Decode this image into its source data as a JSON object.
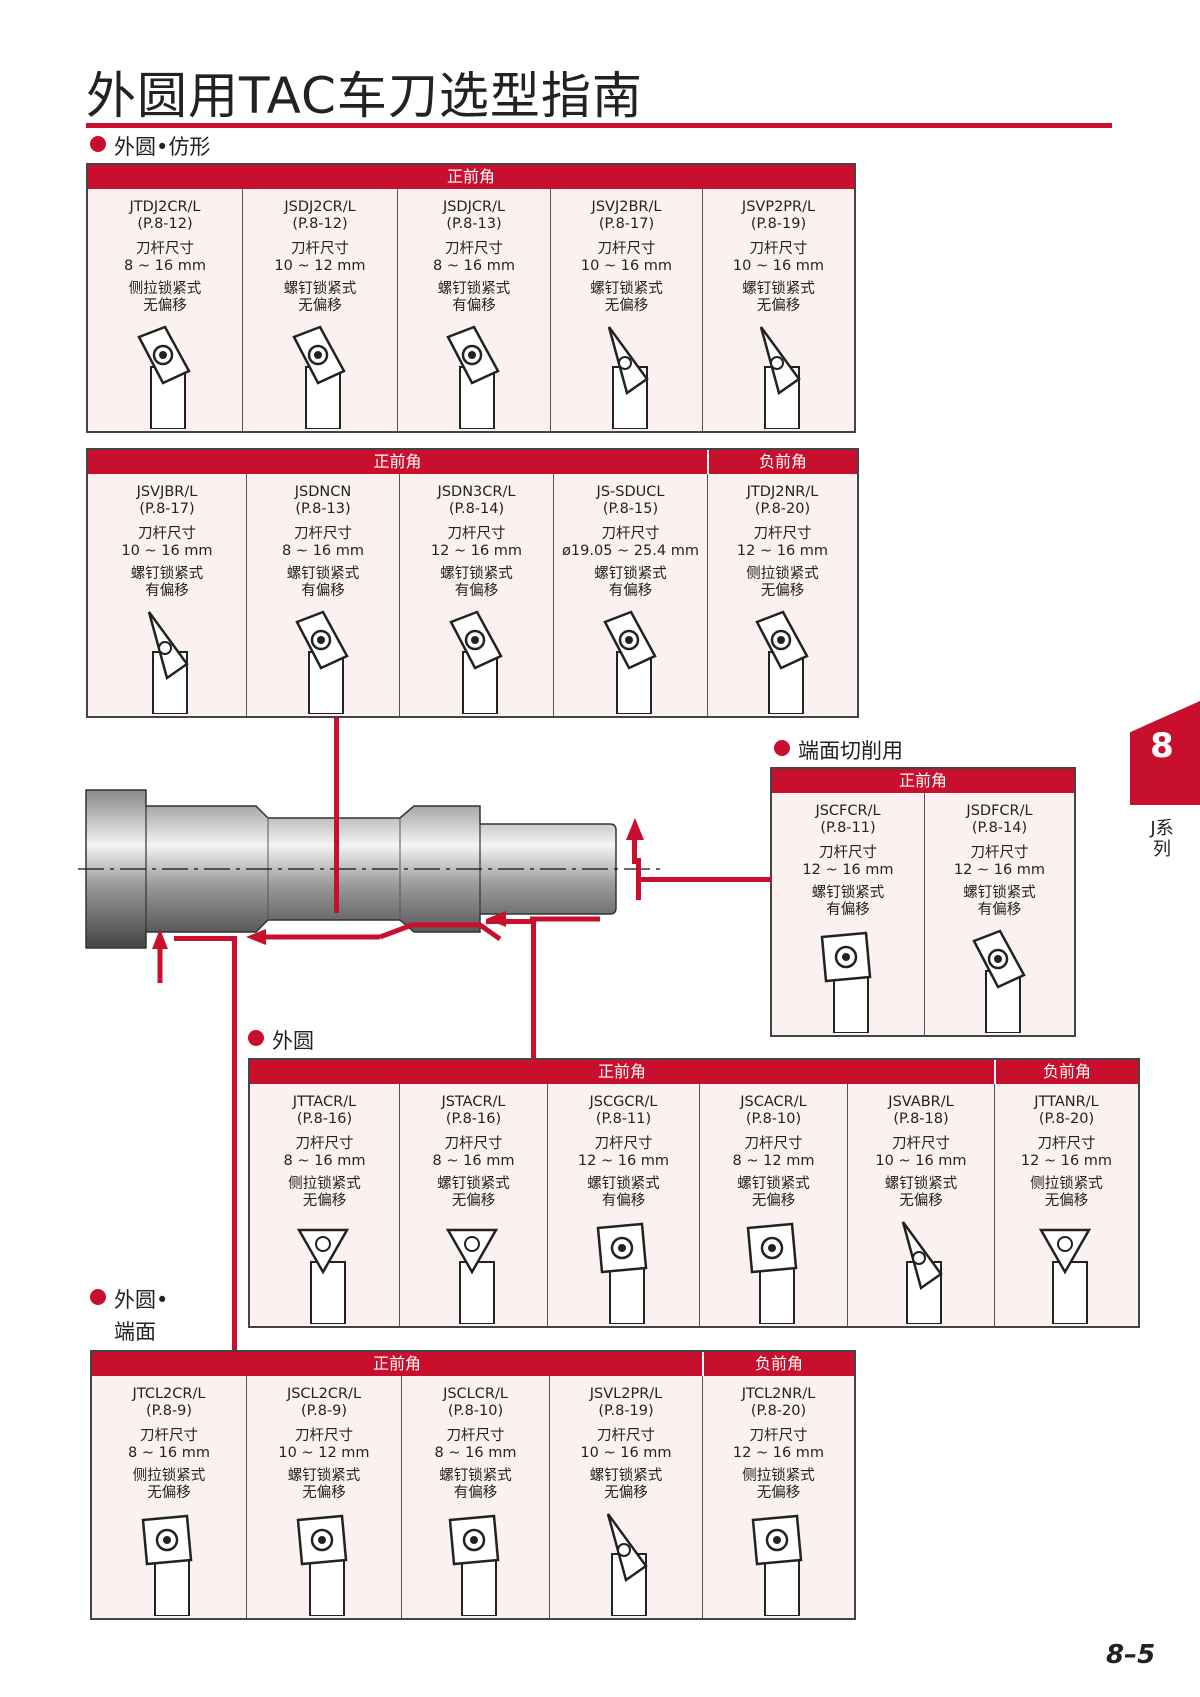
{
  "page_title": "外圆用TAC车刀选型指南",
  "side_tab": {
    "number": "8",
    "series": "J系列"
  },
  "page_number": "8–5",
  "colors": {
    "accent": "#c8102e"
  },
  "sections": {
    "profiling": "外圆•仿形",
    "facing": "端面切削用",
    "external": "外圆",
    "external_facing": "外圆•\n端面"
  },
  "blocks": {
    "b1": {
      "headers": [
        "正前角"
      ],
      "cells": [
        {
          "model": "JTDJ2CR/L",
          "page": "(P.8-12)",
          "shank_label": "刀杆尺寸",
          "shank": "8 ~ 16 mm",
          "clamp": "侧拉锁紧式",
          "offset": "无偏移",
          "icon": "D-insert-icon"
        },
        {
          "model": "JSDJ2CR/L",
          "page": "(P.8-12)",
          "shank_label": "刀杆尺寸",
          "shank": "10 ~ 12 mm",
          "clamp": "螺钉锁紧式",
          "offset": "无偏移",
          "icon": "D-insert-icon"
        },
        {
          "model": "JSDJCR/L",
          "page": "(P.8-13)",
          "shank_label": "刀杆尺寸",
          "shank": "8 ~ 16 mm",
          "clamp": "螺钉锁紧式",
          "offset": "有偏移",
          "icon": "D-insert-icon"
        },
        {
          "model": "JSVJ2BR/L",
          "page": "(P.8-17)",
          "shank_label": "刀杆尺寸",
          "shank": "10 ~ 16 mm",
          "clamp": "螺钉锁紧式",
          "offset": "无偏移",
          "icon": "V-insert-icon"
        },
        {
          "model": "JSVP2PR/L",
          "page": "(P.8-19)",
          "shank_label": "刀杆尺寸",
          "shank": "10 ~ 16 mm",
          "clamp": "螺钉锁紧式",
          "offset": "无偏移",
          "icon": "V-insert-icon"
        }
      ]
    },
    "b2": {
      "headers": [
        "正前角",
        "负前角"
      ],
      "cells": [
        {
          "model": "JSVJBR/L",
          "page": "(P.8-17)",
          "shank_label": "刀杆尺寸",
          "shank": "10 ~ 16 mm",
          "clamp": "螺钉锁紧式",
          "offset": "有偏移",
          "icon": "V-insert-icon"
        },
        {
          "model": "JSDNCN",
          "page": "(P.8-13)",
          "shank_label": "刀杆尺寸",
          "shank": "8 ~ 16 mm",
          "clamp": "螺钉锁紧式",
          "offset": "有偏移",
          "icon": "D-insert-icon"
        },
        {
          "model": "JSDN3CR/L",
          "page": "(P.8-14)",
          "shank_label": "刀杆尺寸",
          "shank": "12 ~ 16 mm",
          "clamp": "螺钉锁紧式",
          "offset": "有偏移",
          "icon": "D-insert-icon"
        },
        {
          "model": "JS-SDUCL",
          "page": "(P.8-15)",
          "shank_label": "刀杆尺寸",
          "shank": "ø19.05 ~ 25.4 mm",
          "clamp": "螺钉锁紧式",
          "offset": "有偏移",
          "icon": "D-insert-icon"
        },
        {
          "model": "JTDJ2NR/L",
          "page": "(P.8-20)",
          "shank_label": "刀杆尺寸",
          "shank": "12 ~ 16 mm",
          "clamp": "侧拉锁紧式",
          "offset": "无偏移",
          "icon": "D-insert-icon"
        }
      ]
    },
    "b3": {
      "headers": [
        "正前角"
      ],
      "cells": [
        {
          "model": "JSCFCR/L",
          "page": "(P.8-11)",
          "shank_label": "刀杆尺寸",
          "shank": "12 ~ 16 mm",
          "clamp": "螺钉锁紧式",
          "offset": "有偏移",
          "icon": "C-insert-icon"
        },
        {
          "model": "JSDFCR/L",
          "page": "(P.8-14)",
          "shank_label": "刀杆尺寸",
          "shank": "12 ~ 16 mm",
          "clamp": "螺钉锁紧式",
          "offset": "有偏移",
          "icon": "D-insert-icon"
        }
      ]
    },
    "b4": {
      "headers": [
        "正前角",
        "负前角"
      ],
      "cells": [
        {
          "model": "JTTACR/L",
          "page": "(P.8-16)",
          "shank_label": "刀杆尺寸",
          "shank": "8 ~ 16 mm",
          "clamp": "侧拉锁紧式",
          "offset": "无偏移",
          "icon": "T-insert-icon"
        },
        {
          "model": "JSTACR/L",
          "page": "(P.8-16)",
          "shank_label": "刀杆尺寸",
          "shank": "8 ~ 16 mm",
          "clamp": "螺钉锁紧式",
          "offset": "无偏移",
          "icon": "T-insert-icon"
        },
        {
          "model": "JSCGCR/L",
          "page": "(P.8-11)",
          "shank_label": "刀杆尺寸",
          "shank": "12 ~ 16 mm",
          "clamp": "螺钉锁紧式",
          "offset": "有偏移",
          "icon": "C-insert-icon"
        },
        {
          "model": "JSCACR/L",
          "page": "(P.8-10)",
          "shank_label": "刀杆尺寸",
          "shank": "8 ~ 12 mm",
          "clamp": "螺钉锁紧式",
          "offset": "无偏移",
          "icon": "C-insert-icon"
        },
        {
          "model": "JSVABR/L",
          "page": "(P.8-18)",
          "shank_label": "刀杆尺寸",
          "shank": "10 ~ 16 mm",
          "clamp": "螺钉锁紧式",
          "offset": "无偏移",
          "icon": "V-insert-icon"
        },
        {
          "model": "JTTANR/L",
          "page": "(P.8-20)",
          "shank_label": "刀杆尺寸",
          "shank": "12 ~ 16 mm",
          "clamp": "侧拉锁紧式",
          "offset": "无偏移",
          "icon": "T-insert-icon"
        }
      ]
    },
    "b5": {
      "headers": [
        "正前角",
        "负前角"
      ],
      "cells": [
        {
          "model": "JTCL2CR/L",
          "page": "(P.8-9)",
          "shank_label": "刀杆尺寸",
          "shank": "8 ~ 16 mm",
          "clamp": "侧拉锁紧式",
          "offset": "无偏移",
          "icon": "C-insert-icon"
        },
        {
          "model": "JSCL2CR/L",
          "page": "(P.8-9)",
          "shank_label": "刀杆尺寸",
          "shank": "10 ~ 12 mm",
          "clamp": "螺钉锁紧式",
          "offset": "无偏移",
          "icon": "C-insert-icon"
        },
        {
          "model": "JSCLCR/L",
          "page": "(P.8-10)",
          "shank_label": "刀杆尺寸",
          "shank": "8 ~ 16 mm",
          "clamp": "螺钉锁紧式",
          "offset": "有偏移",
          "icon": "C-insert-icon"
        },
        {
          "model": "JSVL2PR/L",
          "page": "(P.8-19)",
          "shank_label": "刀杆尺寸",
          "shank": "10 ~ 16 mm",
          "clamp": "螺钉锁紧式",
          "offset": "无偏移",
          "icon": "V-insert-icon"
        },
        {
          "model": "JTCL2NR/L",
          "page": "(P.8-20)",
          "shank_label": "刀杆尺寸",
          "shank": "12 ~ 16 mm",
          "clamp": "侧拉锁紧式",
          "offset": "无偏移",
          "icon": "C-insert-icon"
        }
      ]
    }
  }
}
